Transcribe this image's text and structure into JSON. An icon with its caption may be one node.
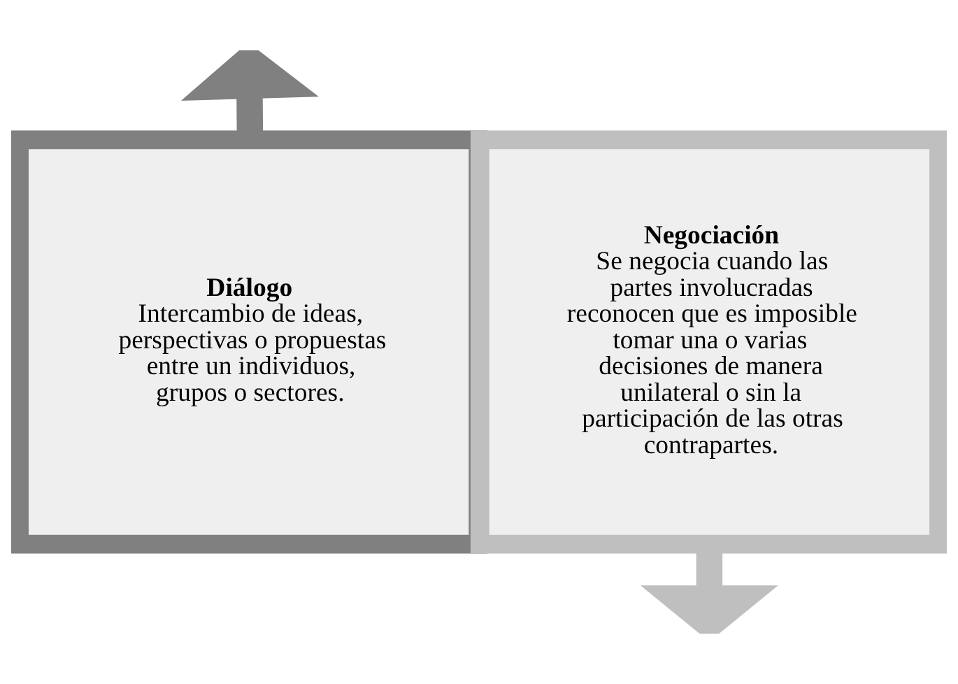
{
  "diagram": {
    "nodes": [
      {
        "text": [
          "Diálogo",
          "Intercambio de ideas, perspectivas o propuestas entre un individuos, grupos o sectores."
        ]
      },
      {
        "text": [
          "Negociación",
          "Se negocia cuando las partes involucradas reconocen que es imposible tomar una o varias decisiones de manera unilateral o sin la participación de las otras contrapartes."
        ]
      }
    ],
    "edges": [
      {
        "from": 0,
        "to": null,
        "arrow": "to",
        "color": "#808080"
      },
      {
        "from": 1,
        "to": null,
        "arrow": "to",
        "color": "#bfbfbf"
      }
    ]
  }
}
